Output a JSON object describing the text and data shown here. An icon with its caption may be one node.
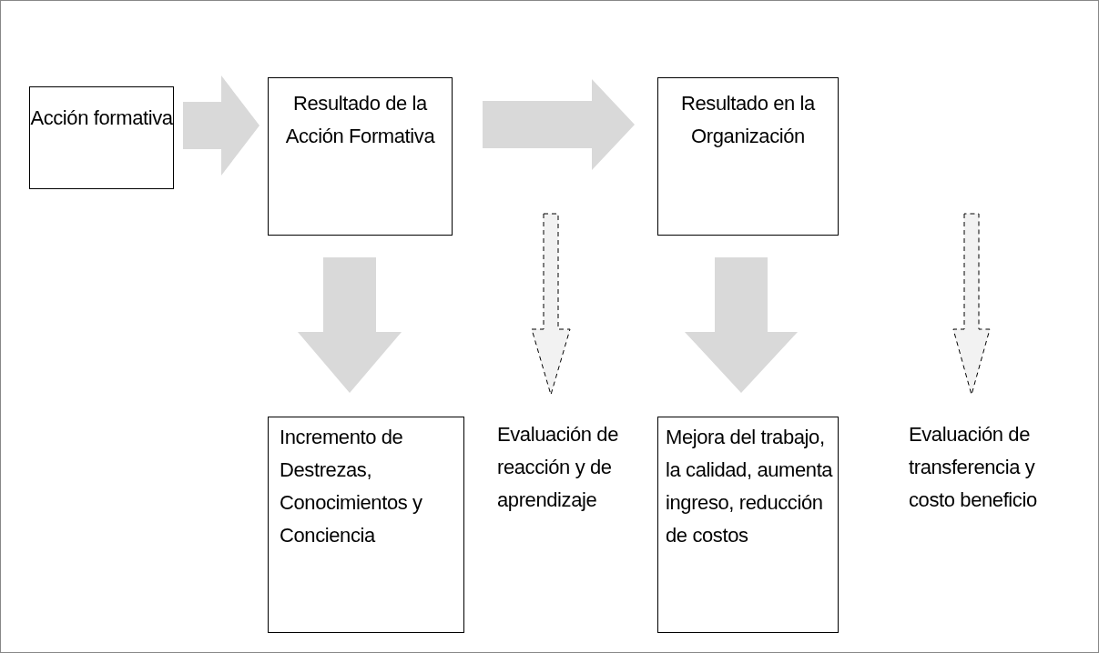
{
  "diagram": {
    "nodes": [
      {
        "text": [
          "Acción formativa"
        ]
      },
      {
        "text": [
          "Resultado de la Acción Formativa"
        ]
      },
      {
        "text": [
          "Resultado en la Organización"
        ]
      },
      {
        "text": [
          "Incremento de Destrezas, Conocimientos y Conciencia"
        ]
      },
      {
        "text": [
          "Evaluación de reacción y de aprendizaje"
        ]
      },
      {
        "text": [
          "Mejora del trabajo, la calidad, aumenta ingreso, reducción de costos"
        ]
      },
      {
        "text": [
          "Evaluación de transferencia y costo beneficio"
        ]
      }
    ],
    "edges": [
      {
        "from": 0,
        "to": 1,
        "arrow": "to"
      },
      {
        "from": 1,
        "to": 2,
        "arrow": "to"
      },
      {
        "from": 1,
        "to": 3,
        "arrow": "to"
      },
      {
        "from": 2,
        "to": 5,
        "arrow": "to"
      },
      {
        "from": null,
        "to": 4,
        "arrow": "to",
        "style": "dashed"
      },
      {
        "from": null,
        "to": 6,
        "arrow": "to",
        "style": "dashed"
      }
    ]
  }
}
